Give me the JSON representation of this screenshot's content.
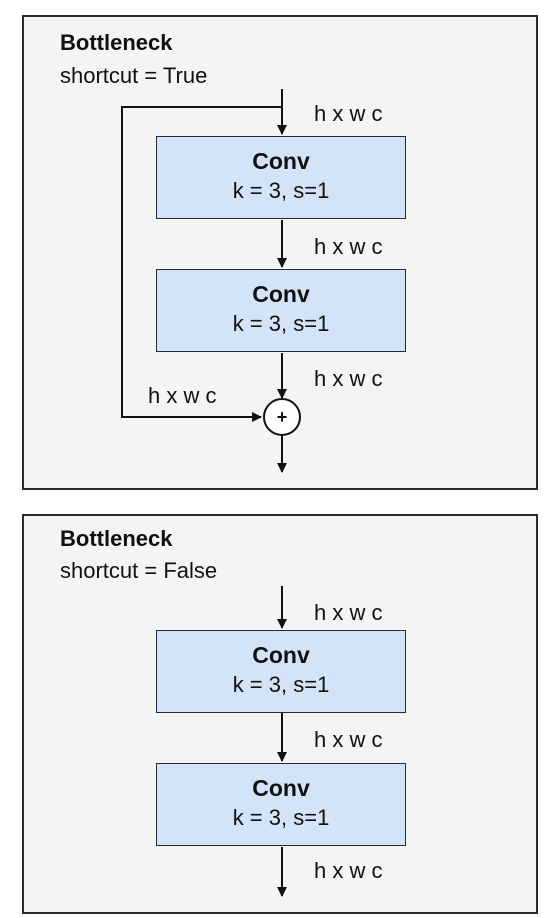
{
  "diagrams": [
    {
      "title": "Bottleneck",
      "subtitle": "shortcut = True",
      "blocks": [
        {
          "title": "Conv",
          "params": "k = 3, s=1"
        },
        {
          "title": "Conv",
          "params": "k = 3, s=1"
        }
      ],
      "dims": [
        "h x w c",
        "h x w c",
        "h x w c"
      ],
      "shortcut_dim": "h x w c",
      "add_symbol": "+"
    },
    {
      "title": "Bottleneck",
      "subtitle": "shortcut = False",
      "blocks": [
        {
          "title": "Conv",
          "params": "k = 3, s=1"
        },
        {
          "title": "Conv",
          "params": "k = 3, s=1"
        }
      ],
      "dims": [
        "h x w c",
        "h x w c",
        "h x w c"
      ]
    }
  ],
  "colors": {
    "panel_bg": "#f4f4f4",
    "block_fill": "#d4e4f8",
    "stroke": "#2b2b2b"
  }
}
